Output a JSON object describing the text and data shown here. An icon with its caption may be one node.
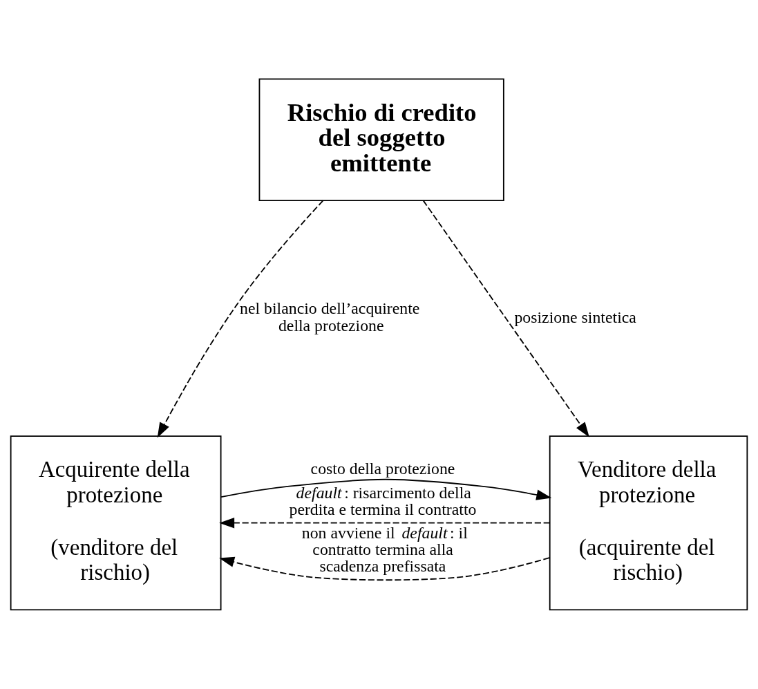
{
  "diagram": {
    "nodes": [
      {
        "text": [
          "Rischio di credito del soggetto emittente"
        ]
      },
      {
        "text": [
          "Acquirente della protezione",
          "(venditore del rischio)"
        ]
      },
      {
        "text": [
          "Venditore della protezione",
          "(acquirente del rischio)"
        ]
      }
    ],
    "edges": [
      {
        "from": 0,
        "to": 1,
        "arrow": "to",
        "style": "dashed",
        "label": "nel bilancio dell’acquirente della protezione"
      },
      {
        "from": 0,
        "to": 2,
        "arrow": "to",
        "style": "dashed",
        "label": "posizione sintetica"
      },
      {
        "from": 1,
        "to": 2,
        "arrow": "to",
        "label": "costo della protezione"
      },
      {
        "from": 2,
        "to": 1,
        "arrow": "to",
        "style": "dashed",
        "label": "*default*: risarcimento della perdita e termina il contratto"
      },
      {
        "from": 2,
        "to": 1,
        "arrow": "to",
        "style": "dashed",
        "label": "non avviene il *default*: il contratto termina alla scadenza prefissata"
      }
    ]
  }
}
